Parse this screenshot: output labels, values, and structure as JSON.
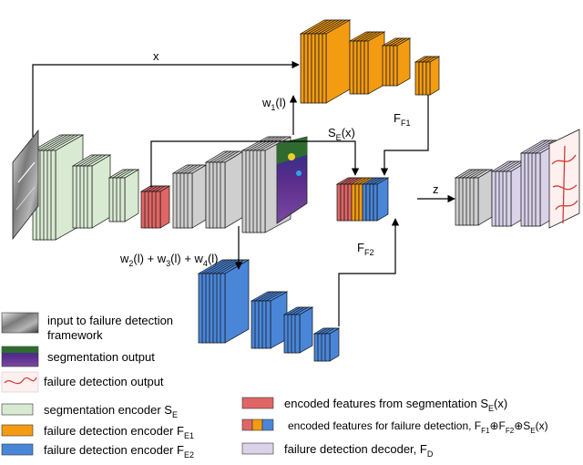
{
  "labels": {
    "x": "x",
    "z": "z",
    "w1_main": "w",
    "w1_sub": "1",
    "w1_arg": "(l)",
    "se_main": "S",
    "se_sub": "E",
    "se_arg": "(x)",
    "ff1_main": "F",
    "ff1_sub": "F1",
    "ff2_main": "F",
    "ff2_sub": "F2",
    "w234": [
      {
        "t": "w",
        "sub": false
      },
      {
        "t": "2",
        "sub": true
      },
      {
        "t": "(l) + w",
        "sub": false
      },
      {
        "t": "3",
        "sub": true
      },
      {
        "t": "(l) + w",
        "sub": false
      },
      {
        "t": "4",
        "sub": true
      },
      {
        "t": "(l)",
        "sub": false
      }
    ]
  },
  "legend_left": [
    {
      "name": "input",
      "text1": "input to failure detection",
      "text2": "framework"
    },
    {
      "name": "segmentation-output",
      "text1": "segmentation output"
    },
    {
      "name": "failure-output",
      "text1": "failure detection output"
    },
    {
      "name": "seg-encoder",
      "text1": "segmentation encoder S",
      "sub": "E",
      "color": "#d9ead3"
    },
    {
      "name": "fd-encoder-1",
      "text1": "failure detection encoder F",
      "sub": "E1",
      "color": "#f39c12"
    },
    {
      "name": "fd-encoder-2",
      "text1": "failure detection encoder F",
      "sub": "E2",
      "color": "#4a86d8"
    }
  ],
  "legend_right": [
    {
      "name": "encoded-seg",
      "text1": "encoded features from segmentation S",
      "sub": "E",
      "text2": "(x)",
      "color": "#e06666"
    },
    {
      "name": "encoded-fd",
      "text1": "encoded features for failure detection, F",
      "parts": [
        "F1",
        "⊕F",
        "F2",
        "⊕S",
        "E",
        "(x)"
      ]
    },
    {
      "name": "fd-decoder",
      "text1": "failure detection decoder, F",
      "sub": "D",
      "color": "#d9d2e9"
    }
  ],
  "colors": {
    "seg_encoder": "#d9ead3",
    "fd_encoder_1": "#f39c12",
    "fd_encoder_2": "#4a86d8",
    "encoded_seg": "#e06666",
    "decoder": "#d9d2e9",
    "gray": "#cfcfcf"
  }
}
